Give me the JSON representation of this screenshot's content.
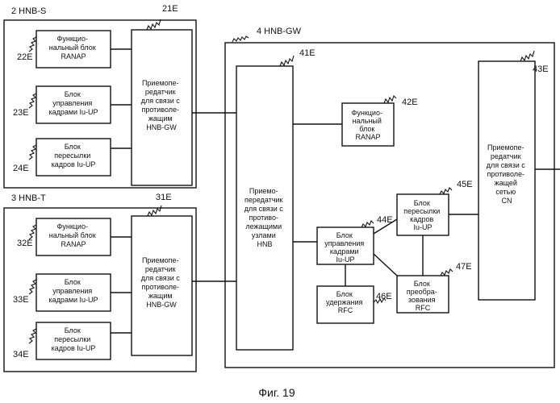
{
  "hnb_s": {
    "title": "2  HNB-S",
    "ref_transceiver": "21E",
    "ref_ranap": "22E",
    "ref_iup_control": "23E",
    "ref_iup_forward": "24E",
    "ranap": [
      "Функцио-",
      "нальный блок",
      "RANAP"
    ],
    "iup_control": [
      "Блок",
      "управления",
      "кадрами Iu-UP"
    ],
    "iup_forward": [
      "Блок",
      "пересылки",
      "кадров Iu-UP"
    ],
    "transceiver": [
      "Приемопе-",
      "редатчик",
      "для связи с",
      "противоле-",
      "жащим",
      "HNB-GW"
    ]
  },
  "hnb_t": {
    "title": "3  HNB-T",
    "ref_transceiver": "31E",
    "ref_ranap": "32E",
    "ref_iup_control": "33E",
    "ref_iup_forward": "34E",
    "ranap": [
      "Функцио-",
      "нальный блок",
      "RANAP"
    ],
    "iup_control": [
      "Блок",
      "управления",
      "кадрами Iu-UP"
    ],
    "iup_forward": [
      "Блок",
      "пересылки",
      "кадров Iu-UP"
    ],
    "transceiver": [
      "Приемопе-",
      "редатчик",
      "для связи с",
      "противоле-",
      "жащим",
      "HNB-GW"
    ]
  },
  "hnb_gw": {
    "title": "4  HNB-GW",
    "ref_hnb_transceiver": "41E",
    "ref_ranap": "42E",
    "ref_cn_transceiver": "43E",
    "ref_iup_control": "44E",
    "ref_iup_forward": "45E",
    "ref_hold": "46E",
    "ref_rfc_convert": "47E",
    "hnb_transceiver": [
      "Приемо-",
      "передатчик",
      "для связи с",
      "противо-",
      "лежащими",
      "узлами",
      "HNB"
    ],
    "ranap": [
      "Функцио-",
      "нальный",
      "блок",
      "RANAP"
    ],
    "cn_transceiver": [
      "Приемопе-",
      "редатчик",
      "для связи с",
      "противоле-",
      "жащей",
      "сетью",
      "CN"
    ],
    "iup_control": [
      "Блок",
      "управления",
      "кадрами",
      "Iu-UP"
    ],
    "iup_forward": [
      "Блок",
      "пересылки",
      "кадров",
      "Iu-UP"
    ],
    "hold": [
      "Блок",
      "удержания",
      "",
      "RFC"
    ],
    "rfc_convert": [
      "Блок",
      "преобра-",
      "зования",
      "RFC"
    ]
  },
  "caption": "Фиг. 19"
}
